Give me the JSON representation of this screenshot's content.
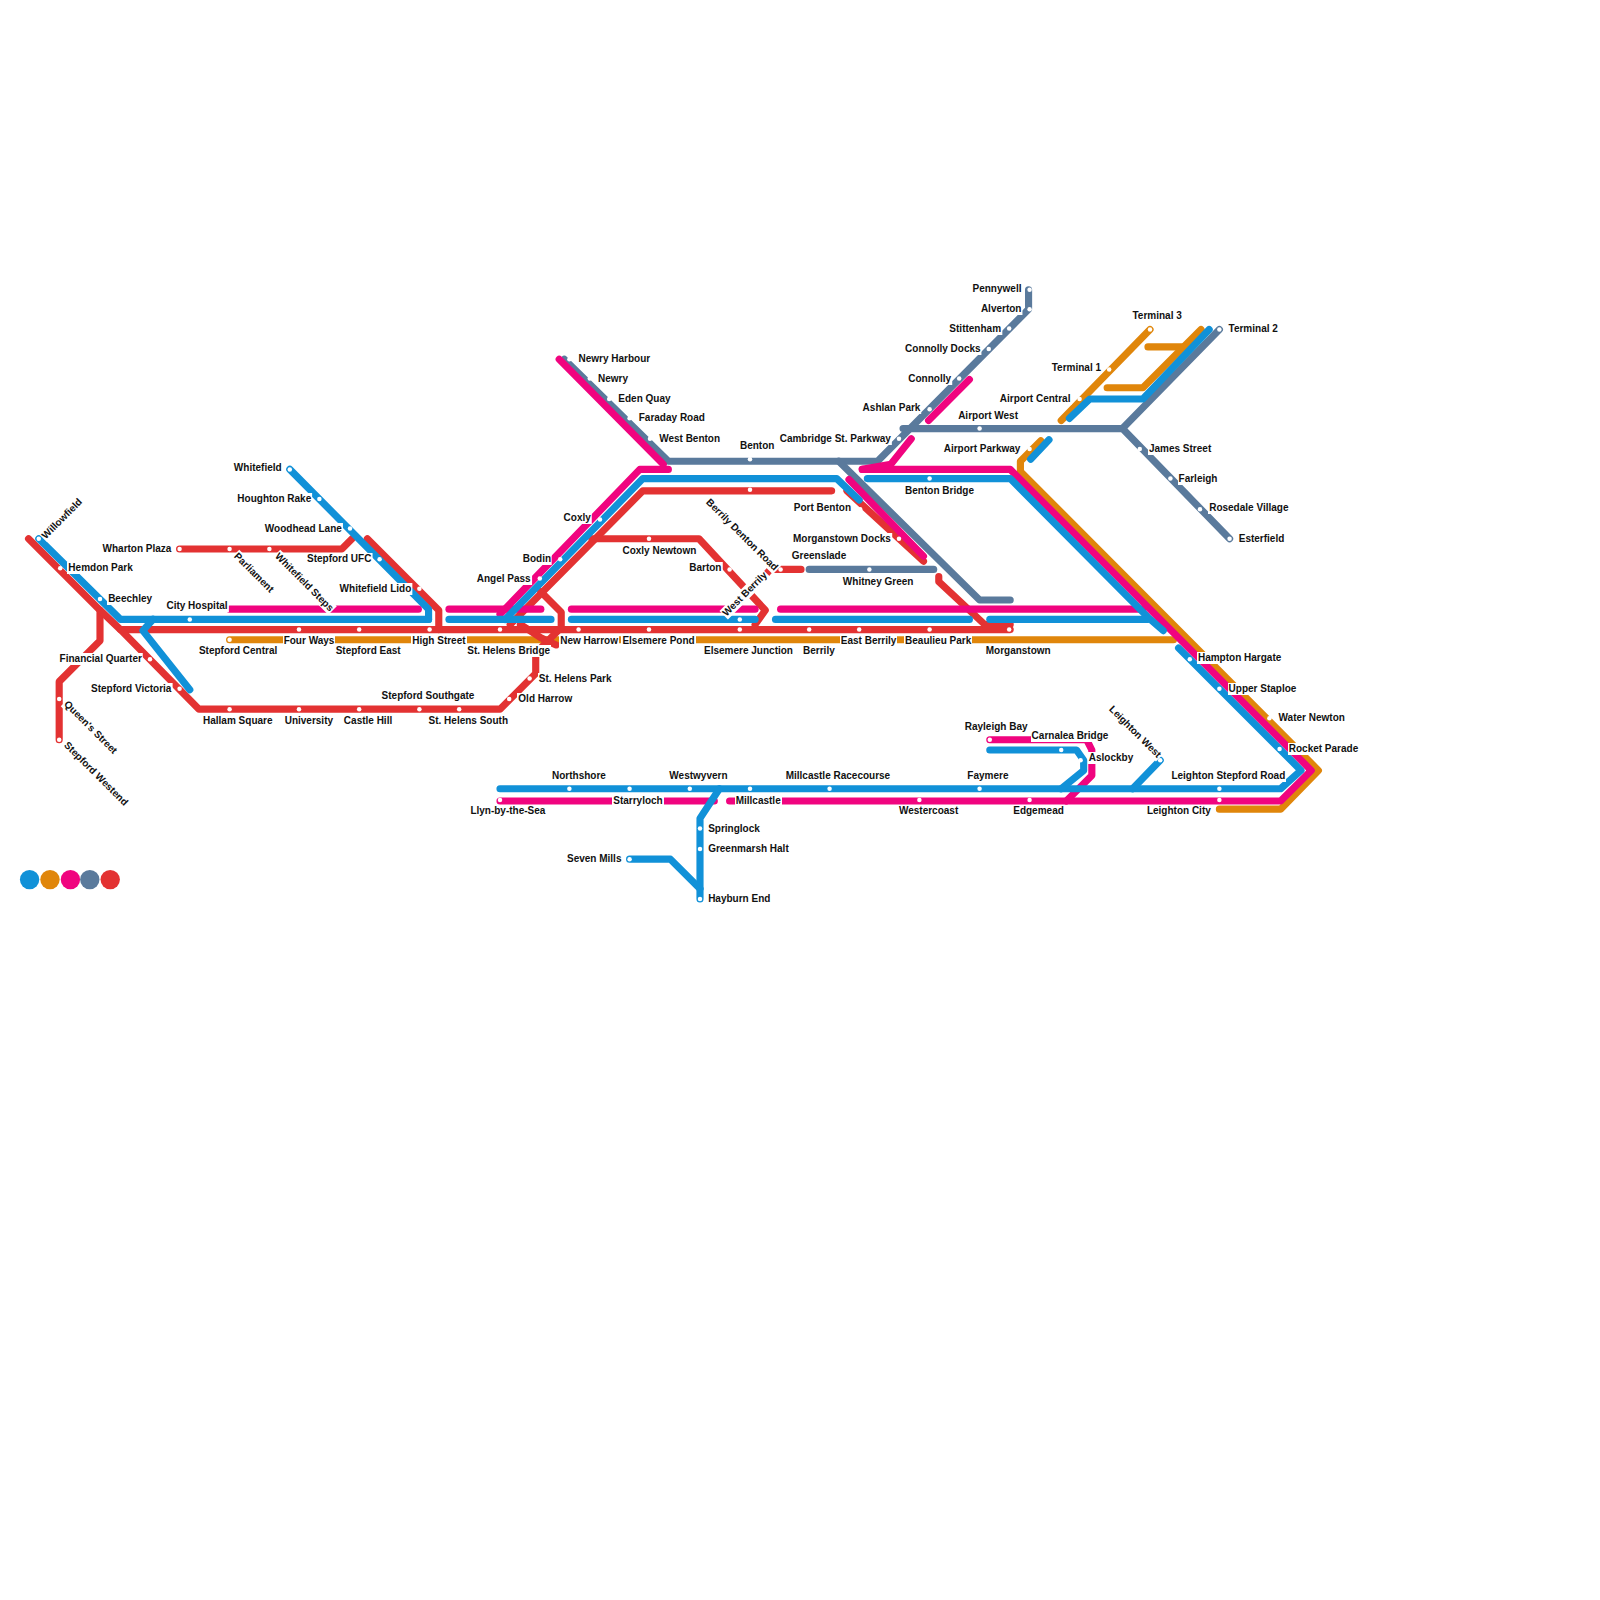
{
  "diagram": {
    "labels": [
      "Willowfield",
      "Hemdon Park",
      "Beechley",
      "City Hospital",
      "Wharton Plaza",
      "Parliament",
      "Whitefield Steps",
      "Whitefield",
      "Houghton Rake",
      "Woodhead Lane",
      "Stepford UFC",
      "Whitefield Lido",
      "Financial Quarter",
      "Stepford Victoria",
      "Queen's Street",
      "Stepford Westend",
      "Stepford Central",
      "Four Ways",
      "Stepford East",
      "High Street",
      "St. Helens Bridge",
      "Hallam Square",
      "University",
      "Castle Hill",
      "Stepford Southgate",
      "St. Helens South",
      "Old Harrow",
      "St. Helens Park",
      "New Harrow",
      "Elsemere Pond",
      "Elsemere Junction",
      "Berrily",
      "East Berrily",
      "Beaulieu Park",
      "Morganstown",
      "Angel Pass",
      "Bodin",
      "Coxly",
      "Coxly Newtown",
      "Barton",
      "Berrily Denton Road",
      "West Berrily",
      "Greenslade",
      "Whitney Green",
      "Newry Harbour",
      "Newry",
      "Eden Quay",
      "Faraday Road",
      "West Benton",
      "Benton",
      "Cambridge St. Parkway",
      "Port Benton",
      "Morganstown Docks",
      "Benton Bridge",
      "Pennywell",
      "Alverton",
      "Stittenham",
      "Connolly Docks",
      "Connolly",
      "Ashlan Park",
      "Airport West",
      "Airport Parkway",
      "Airport Central",
      "Terminal 1",
      "Terminal 3",
      "Terminal 2",
      "James Street",
      "Farleigh",
      "Rosedale Village",
      "Esterfield",
      "Hampton Hargate",
      "Upper Staploe",
      "Water Newton",
      "Rocket Parade",
      "Leighton West",
      "Leighton Stepford Road",
      "Leighton City",
      "Rayleigh Bay",
      "Carnalea Bridge",
      "Aslockby",
      "Faymere",
      "Edgemead",
      "Westercoast",
      "Millcastle Racecourse",
      "Millcastle",
      "Westwyvern",
      "Starryloch",
      "Northshore",
      "Llyn-by-the-Sea",
      "Springlock",
      "Greenmarsh Halt",
      "Seven Mills",
      "Hayburn End"
    ]
  }
}
